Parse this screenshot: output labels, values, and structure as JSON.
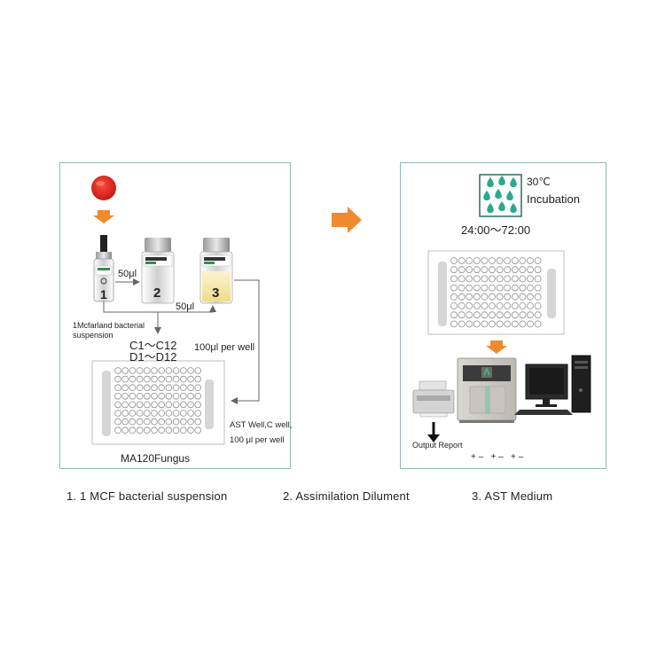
{
  "colors": {
    "panel_border": "#8fb8b4",
    "arrow_orange": "#f08a2e",
    "teal_drop": "#2aa98e",
    "petri_red": "#d9261c",
    "yellow_medium": "#f3e6a2"
  },
  "left_panel": {
    "tube1_label": "1",
    "tube2_label": "2",
    "tube3_label": "3",
    "transfer1": "50μl",
    "transfer2": "50μl",
    "mcfarland_line1": "1Mcfarland bacterial",
    "mcfarland_line2": "suspension",
    "wells_line1": "C1～C12",
    "wells_line2": "D1～D12",
    "per_well": "100μl per well",
    "ast_line1": "AST Well,C well,",
    "ast_line2": "100 μl per well",
    "plate_name": "MA120Fungus"
  },
  "right_panel": {
    "temperature": "30℃",
    "incubation": "Incubation",
    "time_range": "24:00～72:00",
    "output_report": "Output Report",
    "result_signs": "+ –   + –   + –"
  },
  "captions": [
    "1. 1 MCF bacterial suspension",
    "2. Assimilation Dilument",
    "3. AST Medium"
  ],
  "icons": [
    "petri-dish-icon",
    "swab-tube-icon",
    "bottle-icon",
    "microplate-icon",
    "incubation-drops-icon",
    "printer-icon",
    "analyzer-instrument-icon",
    "computer-monitor-icon",
    "computer-tower-icon"
  ]
}
